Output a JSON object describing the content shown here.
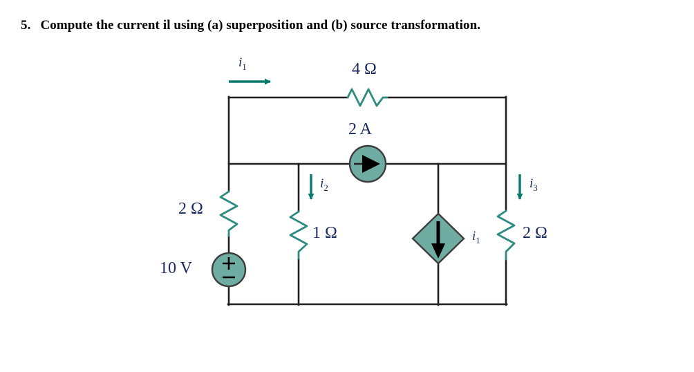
{
  "problem": {
    "number": "5.",
    "text": "Compute the current il using (a) superposition and (b) source transformation."
  },
  "colors": {
    "wire": "#231f20",
    "component_teal": "#6fada3",
    "component_stroke": "#3d3d3d",
    "resistor_zigzag": "#2e8b80",
    "arrow_teal": "#0b7a6e",
    "label_text": "#1b2a5e",
    "background": "#ffffff"
  },
  "circuit": {
    "title": "dc circuit schematic",
    "components": [
      {
        "id": "r4",
        "name": "resistor-4-ohm",
        "label": "4 Ω",
        "orientation": "horizontal",
        "value": "4",
        "unit": "Ω"
      },
      {
        "id": "r2_left",
        "name": "resistor-2-ohm-left",
        "label": "2 Ω",
        "orientation": "vertical",
        "value": "2",
        "unit": "Ω"
      },
      {
        "id": "r1",
        "name": "resistor-1-ohm",
        "label": "1 Ω",
        "orientation": "vertical",
        "value": "1",
        "unit": "Ω"
      },
      {
        "id": "r2_right",
        "name": "resistor-2-ohm-right",
        "label": "2 Ω",
        "orientation": "vertical",
        "value": "2",
        "unit": "Ω"
      },
      {
        "id": "isrc",
        "name": "current-source-2a",
        "label": "2 A",
        "type": "independent-current-source",
        "direction": "right",
        "value": "2",
        "unit": "A"
      },
      {
        "id": "vsrc",
        "name": "voltage-source-10v",
        "label": "10 V",
        "type": "independent-voltage-source",
        "plus": "+",
        "minus": "−",
        "value": "10",
        "unit": "V"
      },
      {
        "id": "dsrc",
        "name": "dependent-current-source",
        "label": "i",
        "sub": "1",
        "type": "dependent-current-source",
        "direction": "down"
      }
    ],
    "currents": [
      {
        "id": "i1",
        "name": "current-label-i1",
        "base": "i",
        "sub": "1",
        "direction": "right"
      },
      {
        "id": "i2",
        "name": "current-label-i2",
        "base": "i",
        "sub": "2",
        "direction": "down"
      },
      {
        "id": "i3",
        "name": "current-label-i3",
        "base": "i",
        "sub": "3",
        "direction": "down"
      }
    ],
    "labels": {
      "r4": "4 Ω",
      "isrc": "2 A",
      "r2_left": "2 Ω",
      "r1": "1 Ω",
      "r2_right": "2 Ω",
      "vsrc": "10 V",
      "dsrc_base": "i",
      "dsrc_sub": "1",
      "i1_base": "i",
      "i1_sub": "1",
      "i2_base": "i",
      "i2_sub": "2",
      "i3_base": "i",
      "i3_sub": "3"
    }
  }
}
